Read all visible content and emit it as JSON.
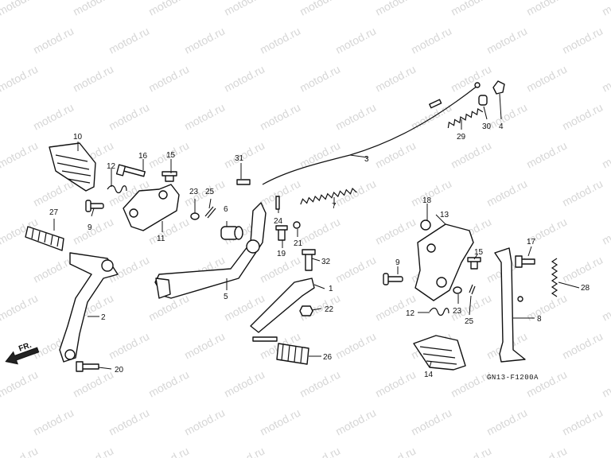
{
  "watermark": "motod.ru",
  "diagram_code": "GN13-F1200A",
  "front_label": "FR.",
  "callouts": [
    "1",
    "2",
    "3",
    "4",
    "5",
    "6",
    "7",
    "8",
    "9",
    "10",
    "11",
    "12",
    "13",
    "14",
    "15",
    "16",
    "17",
    "18",
    "19",
    "20",
    "21",
    "22",
    "23",
    "24",
    "25",
    "26",
    "27",
    "28",
    "29",
    "30",
    "31",
    "32"
  ],
  "colors": {
    "line": "#111111",
    "watermark": "#d6d6d6",
    "background": "#ffffff"
  }
}
